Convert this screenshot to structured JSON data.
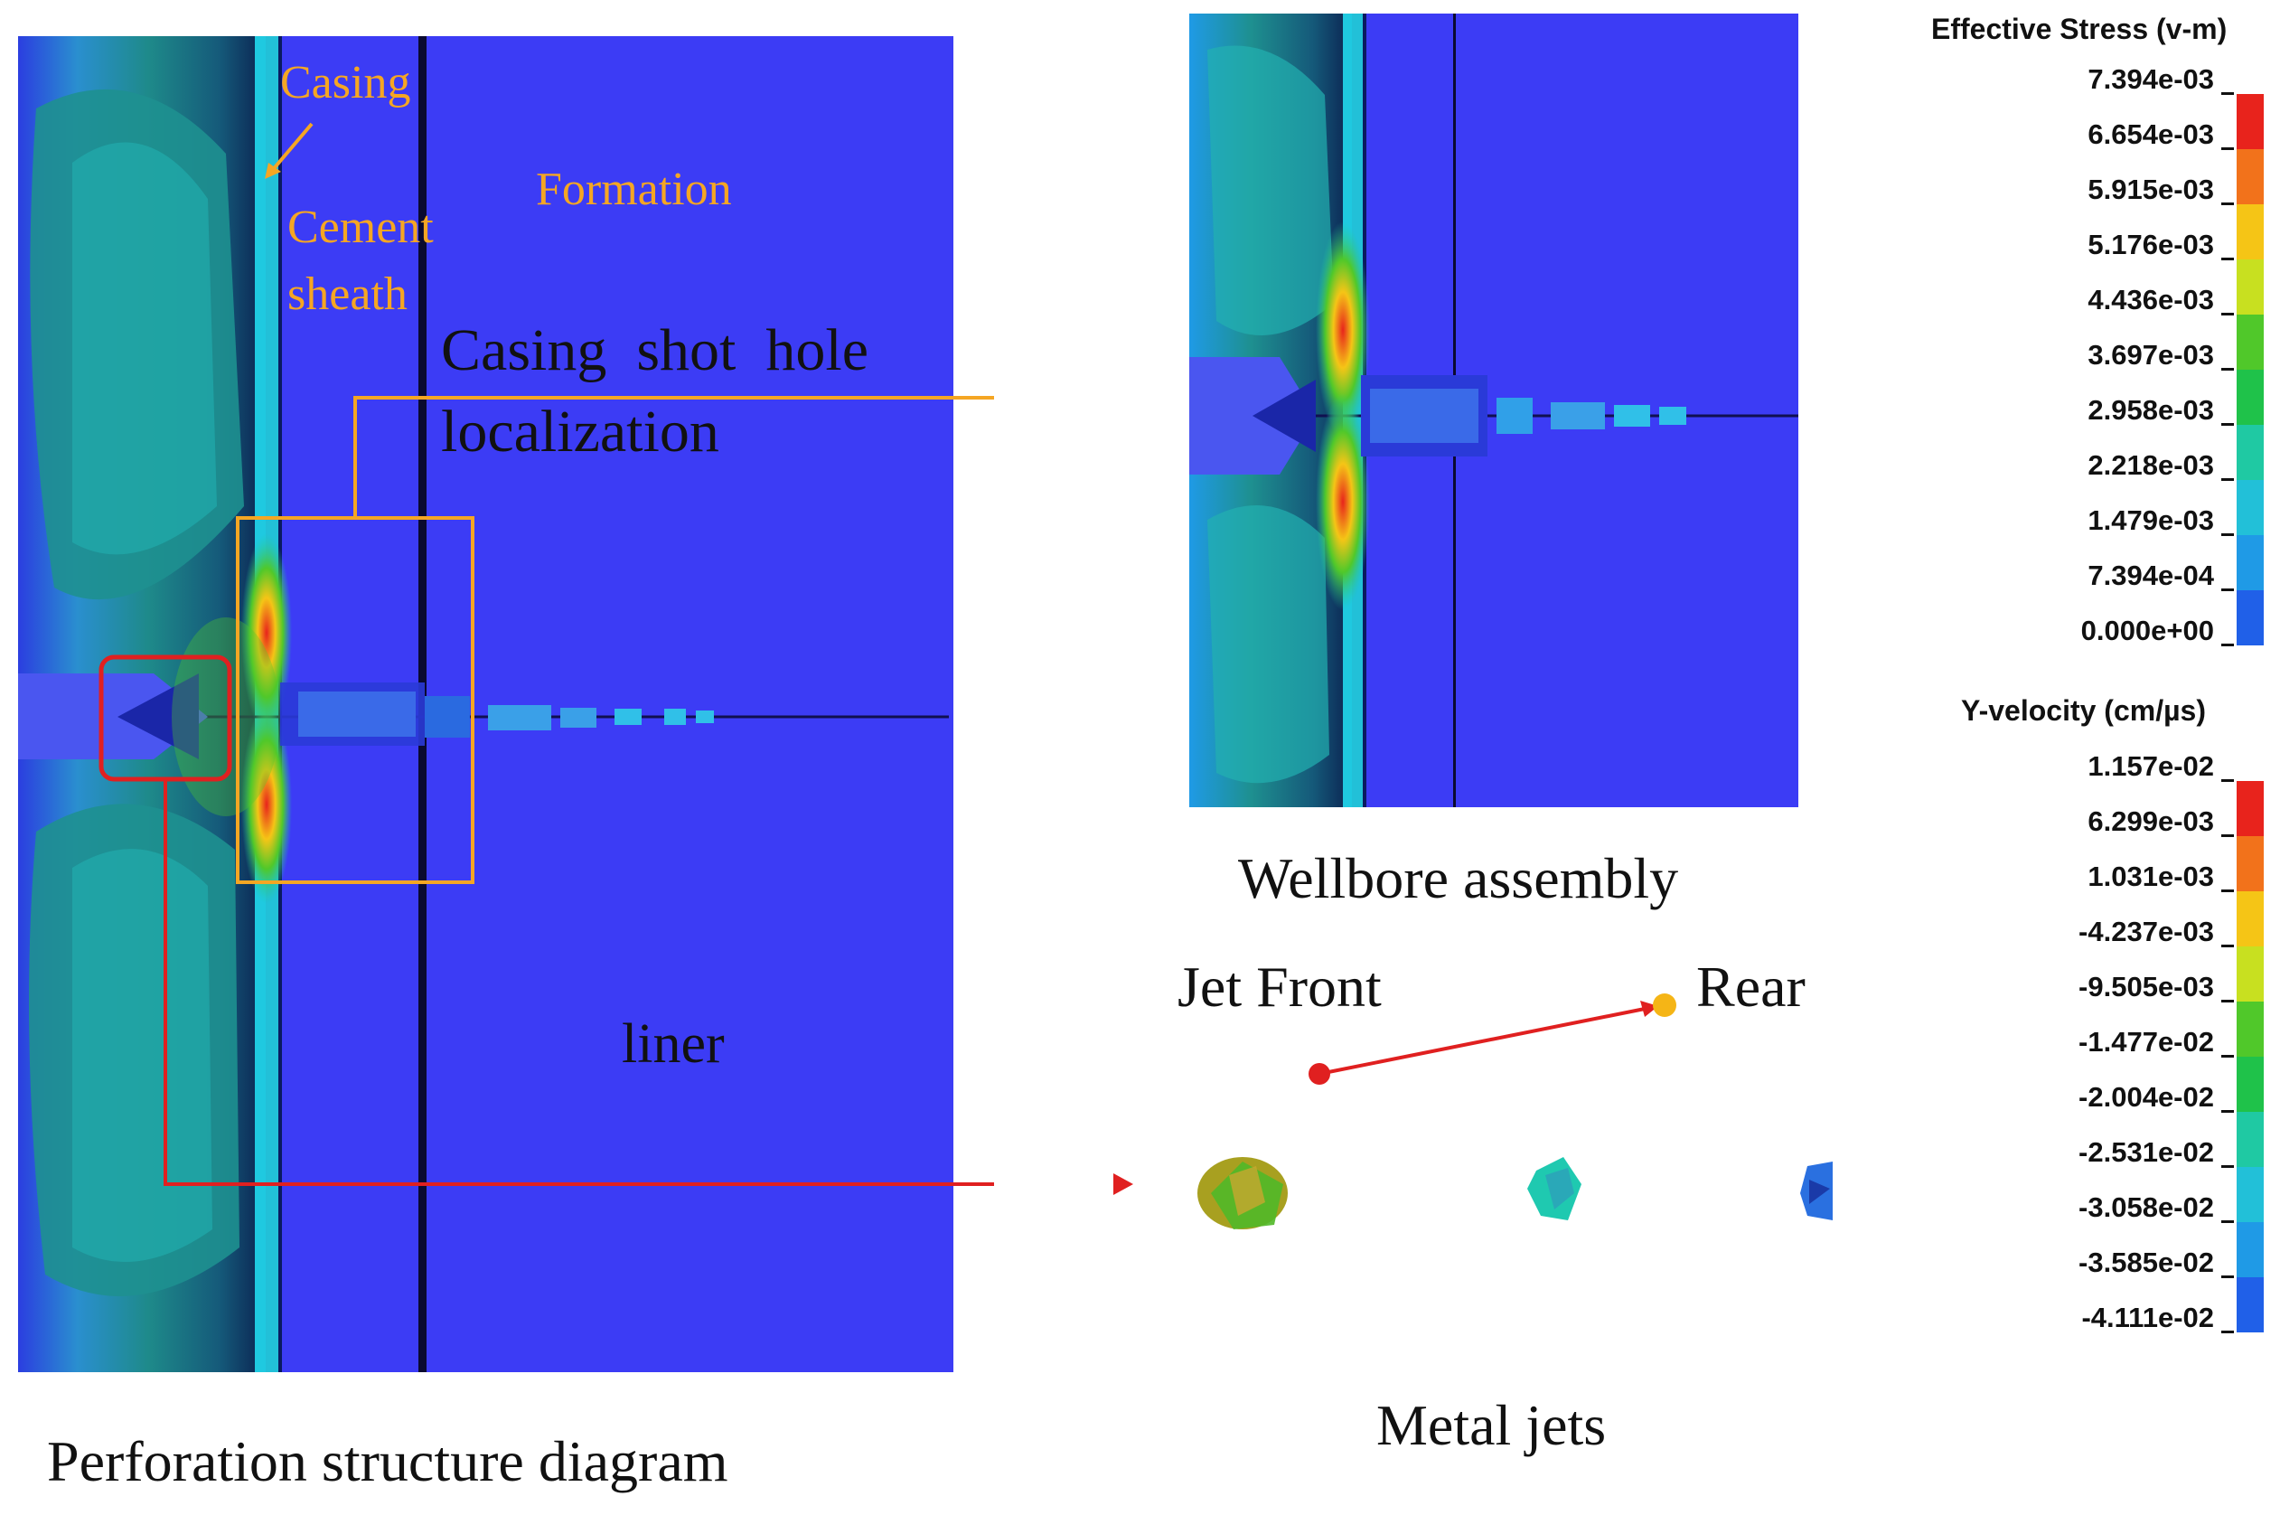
{
  "captions": {
    "left": "Perforation structure diagram",
    "right_top": "Wellbore assembly",
    "right_bottom": "Metal jets"
  },
  "labels": {
    "casing": "Casing",
    "cement_line1": "Cement",
    "cement_line2": "sheath",
    "formation": "Formation",
    "shot_line1": "Casing  shot  hole",
    "shot_line2": "localization",
    "liner": "liner",
    "jet_front": "Jet Front",
    "rear": "Rear"
  },
  "legend_stress": {
    "title": "Effective Stress (v-m)",
    "values": [
      "7.394e-03",
      "6.654e-03",
      "5.915e-03",
      "5.176e-03",
      "4.436e-03",
      "3.697e-03",
      "2.958e-03",
      "2.218e-03",
      "1.479e-03",
      "7.394e-04",
      "0.000e+00"
    ],
    "colors": [
      "#e8231c",
      "#f2721b",
      "#f5c516",
      "#c8e020",
      "#50c82a",
      "#1fc24a",
      "#1fc9a3",
      "#22c0d8",
      "#1f9ae6",
      "#2060e8",
      "#1c2ee0"
    ]
  },
  "legend_velocity": {
    "title": "Y-velocity (cm/µs)",
    "values": [
      "1.157e-02",
      "6.299e-03",
      "1.031e-03",
      "-4.237e-03",
      "-9.505e-03",
      "-1.477e-02",
      "-2.004e-02",
      "-2.531e-02",
      "-3.058e-02",
      "-3.585e-02",
      "-4.111e-02"
    ],
    "colors": [
      "#e8231c",
      "#f2721b",
      "#f5c516",
      "#c8e020",
      "#50c82a",
      "#1fc24a",
      "#1fc9a3",
      "#22c0d8",
      "#1f9ae6",
      "#2060e8",
      "#1c2ee0"
    ]
  },
  "colors": {
    "formation_blue": "#3c3cf5",
    "highlight_orange": "#f5a623",
    "highlight_red": "#e02020"
  }
}
